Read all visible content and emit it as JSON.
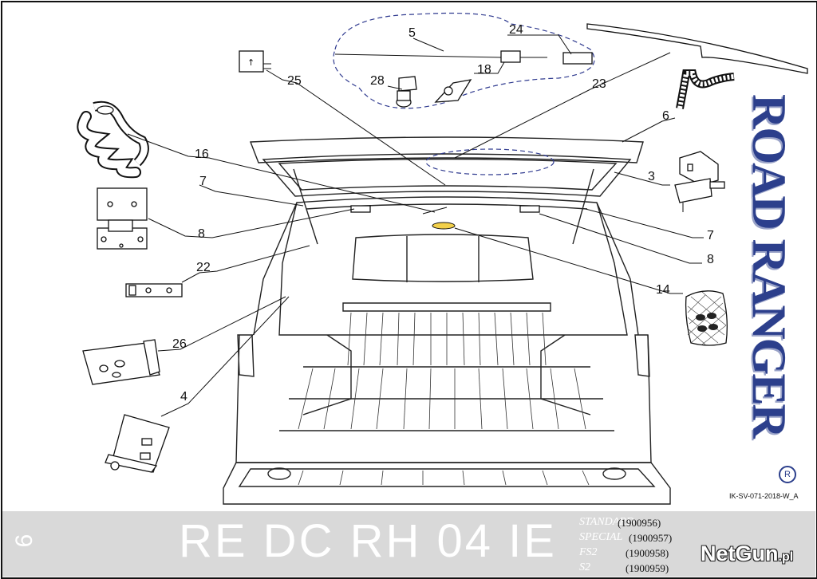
{
  "diagram": {
    "callouts": [
      "5",
      "24",
      "18",
      "28",
      "25",
      "23",
      "16",
      "7",
      "8",
      "22",
      "26",
      "4",
      "6",
      "3",
      "7",
      "8",
      "14"
    ]
  },
  "brand": {
    "name": "ROAD RANGER",
    "reg_mark": "R",
    "color": "#2c3f8c"
  },
  "doc_code": "IK-SV-071-2018-W_A",
  "footer": {
    "page_number": "9",
    "model_code": "RE DC RH 04 IE",
    "variants": [
      {
        "name": "STANDARD",
        "code": "(1900956)"
      },
      {
        "name": "SPECIAL",
        "code": "(1900957)"
      },
      {
        "name": "FS2",
        "code": "(1900958)"
      },
      {
        "name": "S2",
        "code": "(1900959)"
      }
    ],
    "website_name": "NetGun",
    "website_tld": ".pl",
    "background": "#d9d9d9"
  },
  "colors": {
    "highlight_dash": "#2f3a8f",
    "lamp": "#f2d04a"
  }
}
